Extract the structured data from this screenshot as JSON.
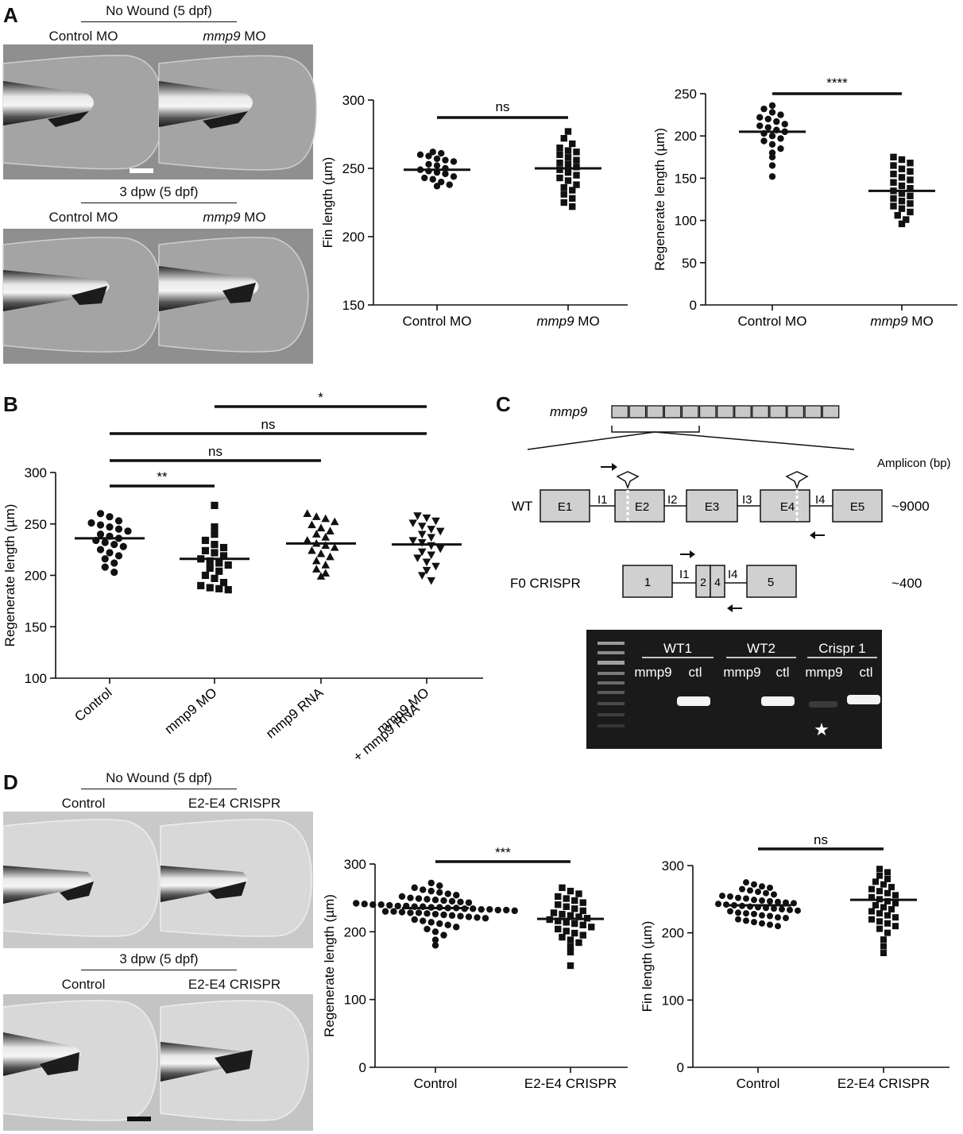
{
  "panels": {
    "A": {
      "letter": "A",
      "groups": [
        {
          "header": "No Wound (5 dpf)",
          "left": "Control MO",
          "right_italic": "mmp9",
          "right_rest": " MO"
        },
        {
          "header": "3 dpw (5 dpf)",
          "left": "Control MO",
          "right_italic": "mmp9",
          "right_rest": " MO"
        }
      ]
    },
    "B": {
      "letter": "B"
    },
    "C": {
      "letter": "C",
      "gene_label": "mmp9",
      "amplicon_header": "Amplicon (bp)",
      "wt_label": "WT",
      "wt_exons": [
        "E1",
        "E2",
        "E3",
        "E4",
        "E5"
      ],
      "wt_introns": [
        "I1",
        "I2",
        "I3",
        "I4"
      ],
      "wt_size": "~9000",
      "crispr_label": "F0 CRISPR",
      "crispr_exons": [
        "1",
        "2",
        "4",
        "5"
      ],
      "crispr_introns": [
        "I1",
        "I4"
      ],
      "crispr_size": "~400",
      "gel": {
        "groups": [
          "WT1",
          "WT2",
          "Crispr 1"
        ],
        "lanes": [
          "mmp9",
          "ctl",
          "mmp9",
          "ctl",
          "mmp9",
          "ctl"
        ],
        "star": "★"
      }
    },
    "D": {
      "letter": "D",
      "groups": [
        {
          "header": "No Wound (5 dpf)",
          "left": "Control",
          "right": "E2-E4 CRISPR"
        },
        {
          "header": "3 dpw (5 dpf)",
          "left": "Control",
          "right": "E2-E4 CRISPR"
        }
      ]
    }
  },
  "chart_data": [
    {
      "id": "A1",
      "type": "scatter",
      "categories": [
        "Control MO",
        "mmp9 MO"
      ],
      "category_italic": [
        "",
        "mmp9"
      ],
      "ylabel": "Fin length (µm)",
      "ylim": [
        150,
        300
      ],
      "yticks": [
        150,
        200,
        250,
        300
      ],
      "means": [
        249,
        250
      ],
      "markers": [
        "circle",
        "square"
      ],
      "series": [
        {
          "values": [
            262,
            261,
            260,
            259,
            257,
            256,
            255,
            253,
            252,
            250,
            249,
            248,
            247,
            246,
            244,
            243,
            242,
            240,
            238,
            237
          ]
        },
        {
          "values": [
            277,
            272,
            268,
            265,
            263,
            262,
            260,
            258,
            256,
            254,
            253,
            251,
            249,
            247,
            245,
            243,
            241,
            238,
            236,
            234,
            231,
            228,
            225,
            222
          ]
        }
      ],
      "sig": [
        {
          "from": 0,
          "to": 1,
          "text": "ns"
        }
      ]
    },
    {
      "id": "A2",
      "type": "scatter",
      "categories": [
        "Control MO",
        "mmp9 MO"
      ],
      "category_italic": [
        "",
        "mmp9"
      ],
      "ylabel": "Regenerate length (µm)",
      "ylim": [
        0,
        250
      ],
      "yticks": [
        0,
        50,
        100,
        150,
        200,
        250
      ],
      "means": [
        205,
        135
      ],
      "markers": [
        "circle",
        "square"
      ],
      "series": [
        {
          "values": [
            236,
            232,
            228,
            225,
            222,
            220,
            217,
            214,
            212,
            210,
            207,
            205,
            203,
            200,
            197,
            194,
            190,
            185,
            180,
            175,
            165,
            152
          ]
        },
        {
          "values": [
            175,
            172,
            168,
            165,
            161,
            158,
            155,
            151,
            148,
            145,
            141,
            138,
            135,
            132,
            129,
            126,
            123,
            120,
            117,
            114,
            110,
            106,
            101,
            96
          ]
        }
      ],
      "sig": [
        {
          "from": 0,
          "to": 1,
          "text": "****"
        }
      ]
    },
    {
      "id": "B",
      "type": "scatter",
      "categories": [
        "Control",
        "mmp9 MO",
        "mmp9 RNA",
        "mmp9 MO + mmp9 RNA"
      ],
      "tick_lines": [
        [
          "Control"
        ],
        [
          "mmp9 MO"
        ],
        [
          "mmp9 RNA"
        ],
        [
          "mmp9 MO",
          "+ mmp9 RNA"
        ]
      ],
      "ylabel": "Regenerate length (µm)",
      "ylim": [
        100,
        300
      ],
      "yticks": [
        100,
        150,
        200,
        250,
        300
      ],
      "means": [
        236,
        216,
        231,
        230
      ],
      "markers": [
        "circle",
        "square",
        "triangle",
        "triangle-down"
      ],
      "series": [
        {
          "values": [
            260,
            257,
            253,
            251,
            249,
            247,
            245,
            243,
            240,
            238,
            236,
            234,
            232,
            230,
            228,
            225,
            222,
            219,
            216,
            212,
            208,
            203
          ]
        },
        {
          "values": [
            268,
            247,
            240,
            234,
            230,
            227,
            224,
            222,
            219,
            216,
            214,
            212,
            210,
            207,
            204,
            200,
            197,
            193,
            190,
            188,
            187,
            186
          ]
        },
        {
          "values": [
            260,
            257,
            255,
            252,
            249,
            246,
            243,
            240,
            237,
            234,
            231,
            229,
            227,
            224,
            221,
            218,
            214,
            210,
            206,
            202,
            199
          ]
        },
        {
          "values": [
            258,
            256,
            253,
            251,
            248,
            245,
            243,
            240,
            237,
            234,
            232,
            229,
            226,
            223,
            220,
            217,
            213,
            209,
            205,
            200,
            195
          ]
        }
      ],
      "sig": [
        {
          "from": 1,
          "to": 3,
          "text": "*"
        },
        {
          "from": 0,
          "to": 3,
          "text": "ns"
        },
        {
          "from": 0,
          "to": 2,
          "text": "ns"
        },
        {
          "from": 0,
          "to": 1,
          "text": "**"
        }
      ]
    },
    {
      "id": "D1",
      "type": "scatter",
      "categories": [
        "Control",
        "E2-E4 CRISPR"
      ],
      "ylabel": "Regenerate length (µm)",
      "ylim": [
        0,
        300
      ],
      "yticks": [
        0,
        100,
        200,
        300
      ],
      "means": [
        235,
        219
      ],
      "markers": [
        "circle",
        "square"
      ],
      "series": [
        {
          "values": [
            272,
            268,
            265,
            262,
            260,
            258,
            256,
            254,
            252,
            250,
            249,
            248,
            247,
            246,
            245,
            244,
            243,
            242,
            241,
            240,
            240,
            239,
            238,
            238,
            237,
            237,
            236,
            236,
            235,
            235,
            234,
            234,
            233,
            233,
            232,
            232,
            231,
            230,
            230,
            229,
            228,
            228,
            227,
            226,
            225,
            224,
            223,
            222,
            221,
            220,
            218,
            216,
            214,
            212,
            210,
            207,
            204,
            200,
            195,
            188,
            180
          ]
        },
        {
          "values": [
            265,
            260,
            256,
            252,
            249,
            246,
            243,
            240,
            237,
            234,
            231,
            228,
            226,
            224,
            222,
            220,
            218,
            216,
            214,
            212,
            210,
            207,
            204,
            201,
            198,
            195,
            192,
            188,
            184,
            178,
            170,
            150
          ]
        }
      ],
      "sig": [
        {
          "from": 0,
          "to": 1,
          "text": "***"
        }
      ]
    },
    {
      "id": "D2",
      "type": "scatter",
      "categories": [
        "Control",
        "E2-E4 CRISPR"
      ],
      "ylabel": "Fin length (µm)",
      "ylim": [
        0,
        300
      ],
      "yticks": [
        0,
        100,
        200,
        300
      ],
      "means": [
        241,
        249
      ],
      "markers": [
        "circle",
        "square"
      ],
      "series": [
        {
          "values": [
            275,
            272,
            269,
            267,
            265,
            263,
            261,
            259,
            257,
            255,
            254,
            252,
            251,
            249,
            248,
            247,
            246,
            245,
            244,
            243,
            242,
            241,
            240,
            239,
            238,
            237,
            236,
            235,
            234,
            233,
            232,
            230,
            229,
            228,
            226,
            225,
            223,
            222,
            220,
            218,
            216,
            214,
            212,
            210
          ]
        },
        {
          "values": [
            295,
            290,
            285,
            280,
            276,
            272,
            268,
            265,
            262,
            259,
            256,
            253,
            250,
            247,
            244,
            241,
            238,
            235,
            232,
            229,
            226,
            223,
            220,
            217,
            214,
            210,
            206,
            200,
            190,
            180,
            170
          ]
        }
      ],
      "sig": [
        {
          "from": 0,
          "to": 1,
          "text": "ns"
        }
      ]
    }
  ]
}
